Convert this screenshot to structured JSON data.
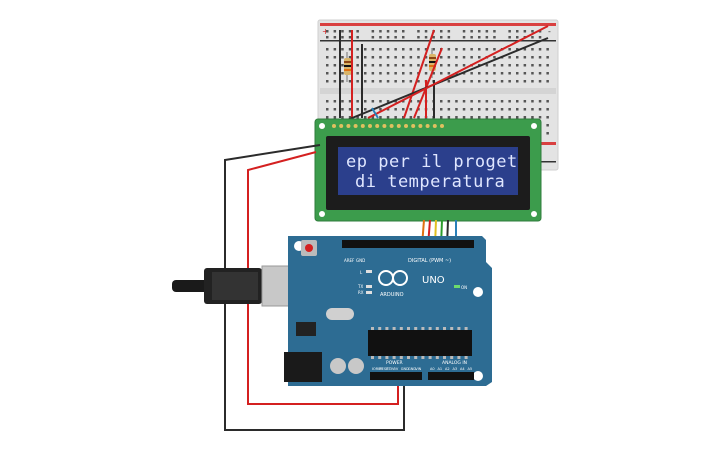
{
  "lcd": {
    "line1": "ep per il proget",
    "line2": "di temperatura"
  },
  "arduino": {
    "logo_text": "ARDUINO",
    "model": "UNO",
    "on_label": "ON",
    "digital_label": "DIGITAL (PWM ~)",
    "power_label": "POWER",
    "analog_label": "ANALOG IN",
    "tx_label": "TX",
    "rx_label": "RX",
    "l_label": "L",
    "aref_label": "AREF",
    "gnd_label": "GND",
    "analog_pins": [
      "A0",
      "A1",
      "A2",
      "A3",
      "A4",
      "A5"
    ],
    "power_pins": [
      "IOREF",
      "RESET",
      "3.3V",
      "5V",
      "GND",
      "GND",
      "VIN"
    ]
  },
  "breadboard": {
    "plus_label": "+",
    "minus_label": "-"
  },
  "colors": {
    "arduino_board": "#2d6c93",
    "lcd_pcb": "#3c9c4c",
    "lcd_screen": "#2b3f8c",
    "breadboard": "#e6e6e6",
    "wire_red": "#d42020",
    "wire_black": "#2b2b2b"
  }
}
